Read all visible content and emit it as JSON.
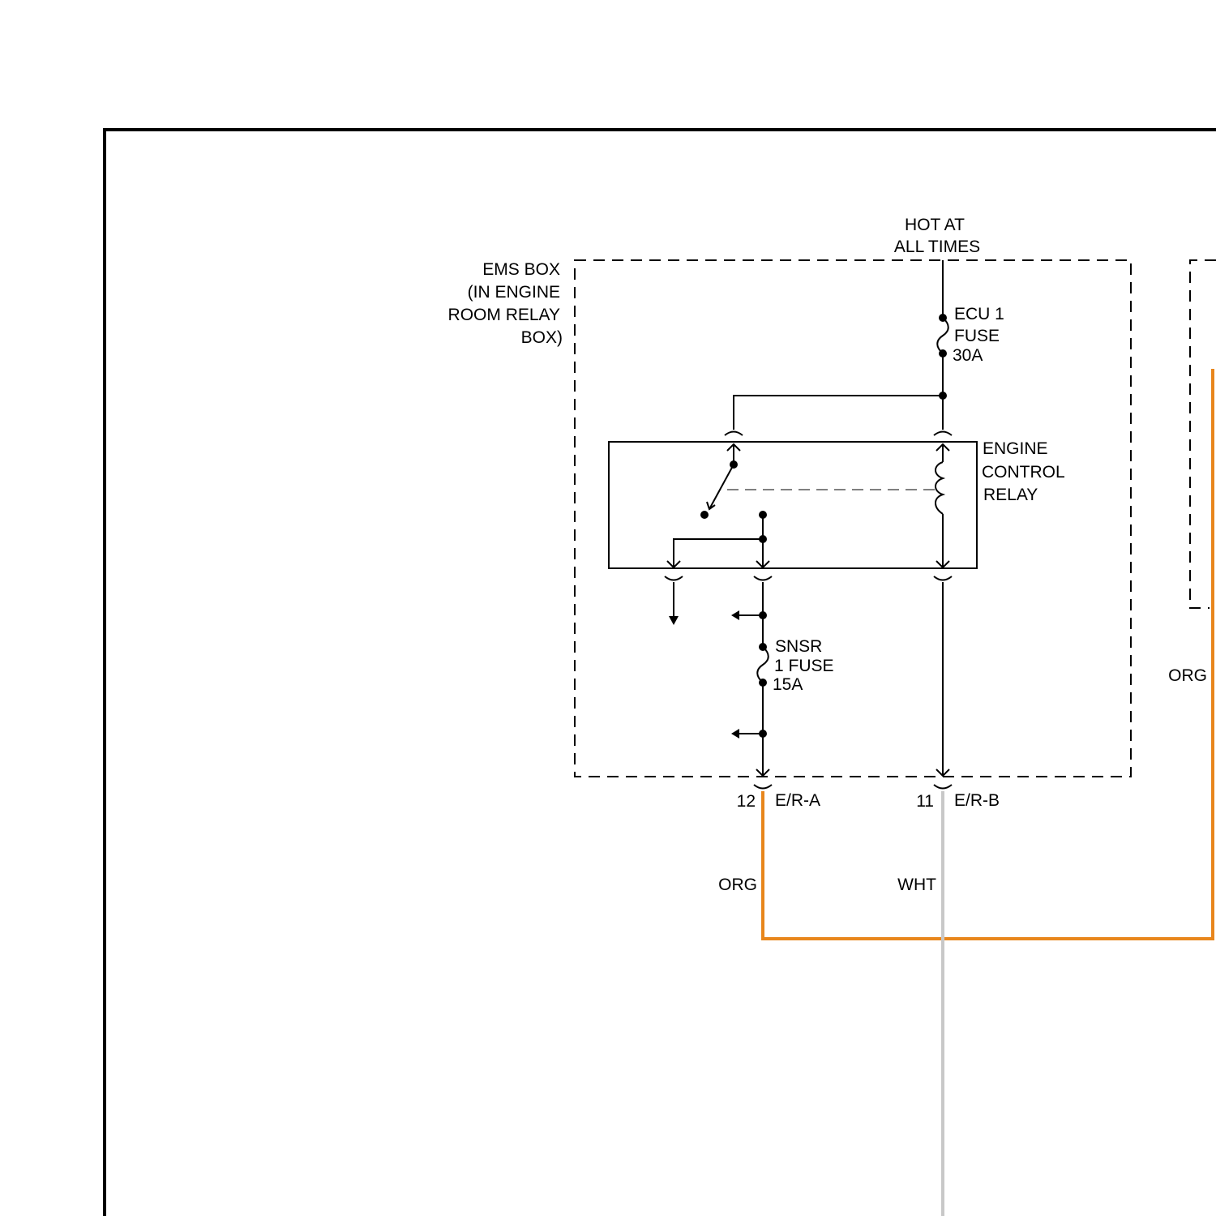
{
  "diagram": {
    "power_source": {
      "line1": "HOT AT",
      "line2": "ALL TIMES"
    },
    "ems_box": {
      "line1": "EMS BOX",
      "line2": "(IN ENGINE",
      "line3": "ROOM RELAY",
      "line4": "BOX)"
    },
    "ecu_fuse": {
      "line1": "ECU 1",
      "line2": "FUSE",
      "line3": "30A"
    },
    "relay": {
      "line1": "ENGINE",
      "line2": "CONTROL",
      "line3": "RELAY"
    },
    "snsr_fuse": {
      "line1": "SNSR",
      "line2": "1 FUSE",
      "line3": "15A"
    },
    "connector_a": {
      "pin": "12",
      "name": "E/R-A"
    },
    "connector_b": {
      "pin": "11",
      "name": "E/R-B"
    },
    "wires": {
      "org_main": "ORG",
      "wht_main": "WHT",
      "org_right": "ORG"
    },
    "colors": {
      "org": "#e8861c",
      "wht": "#c8c8c8",
      "ink": "#000000"
    }
  }
}
